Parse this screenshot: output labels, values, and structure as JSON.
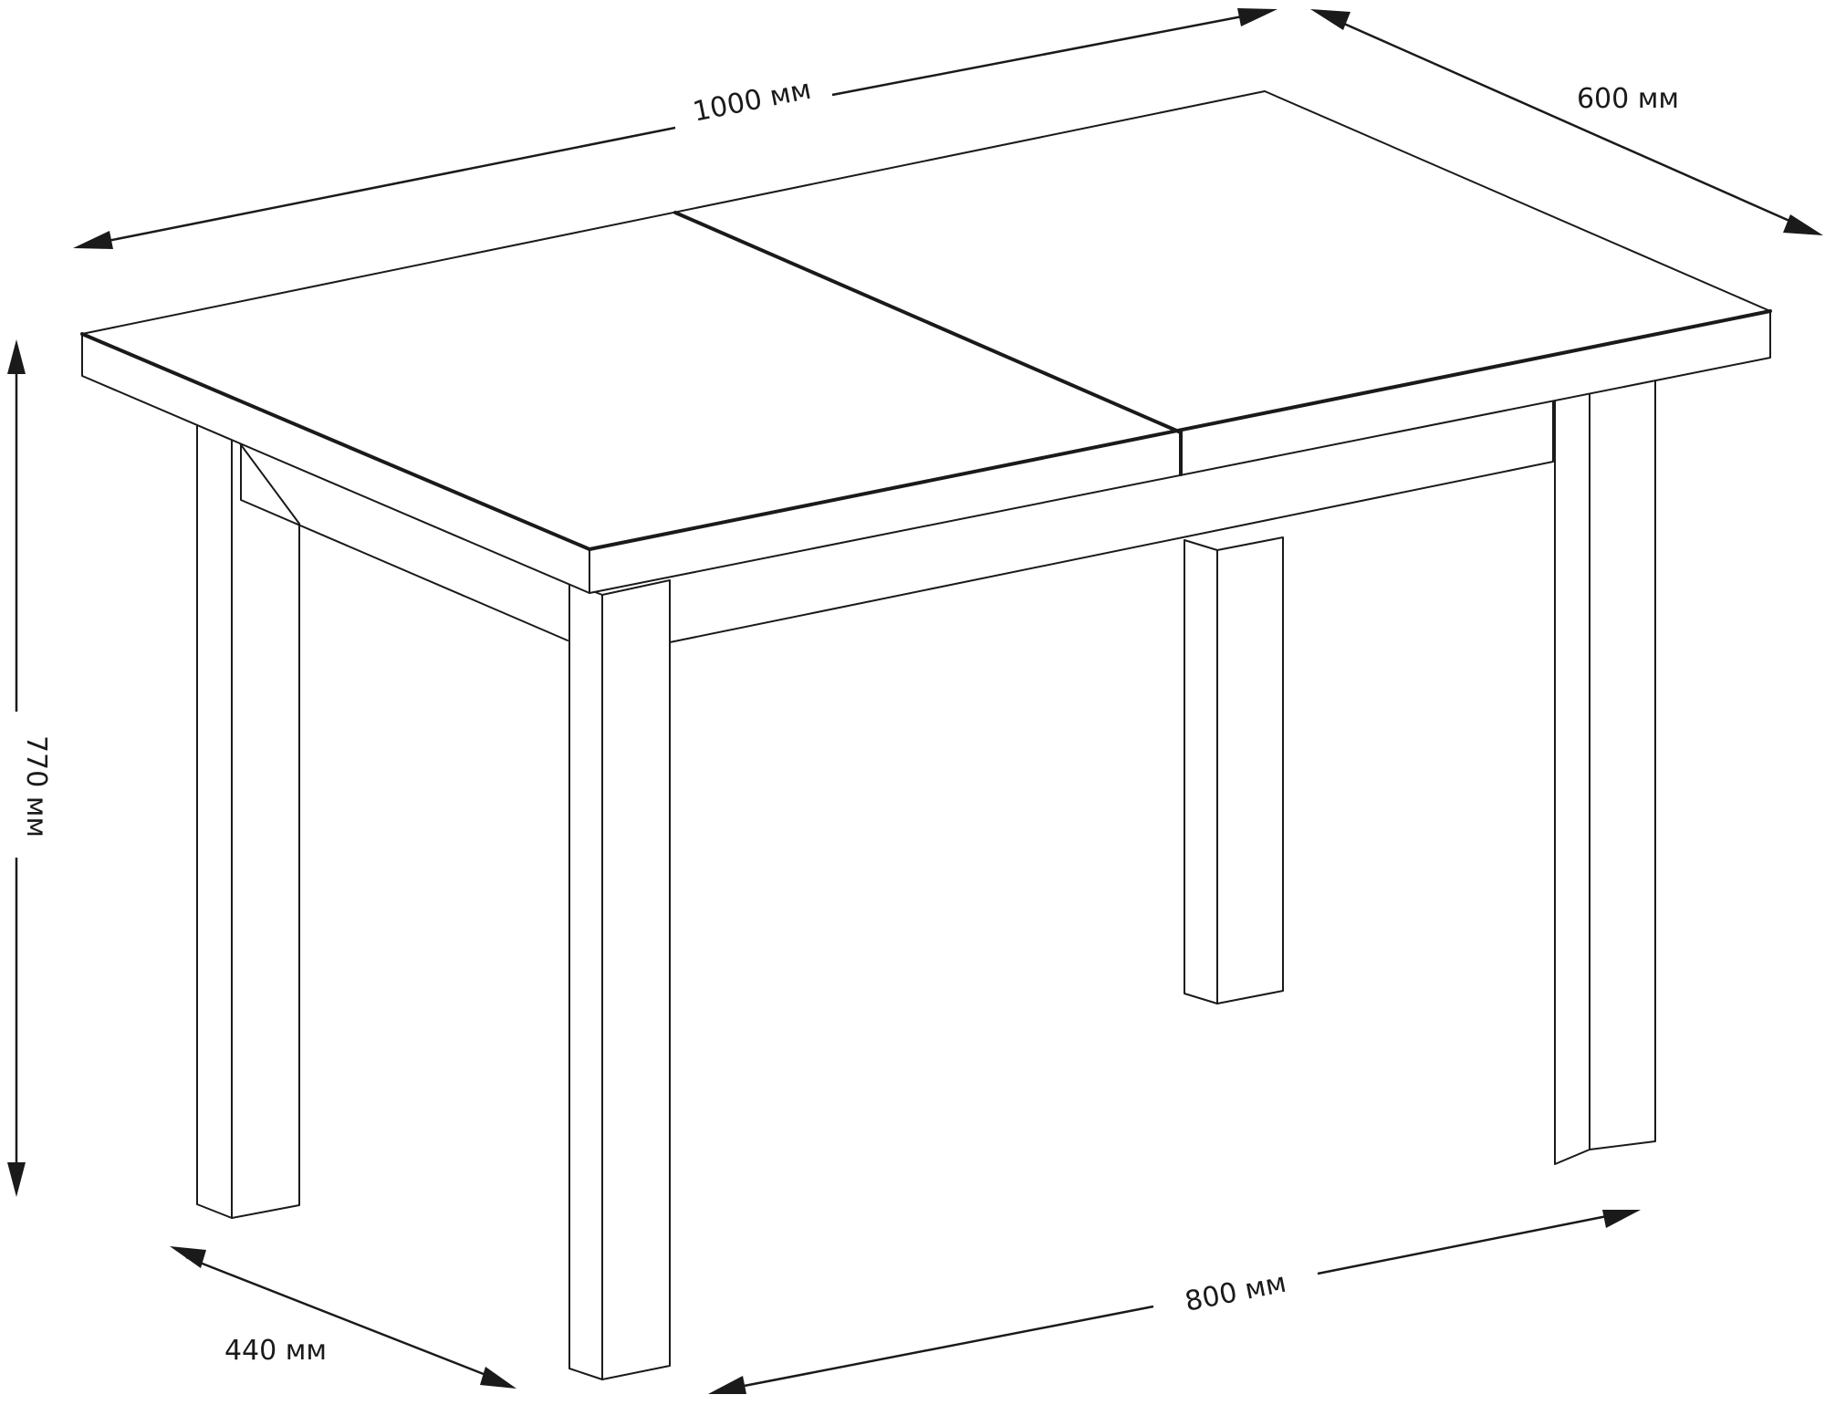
{
  "dimensions": {
    "length": "1000 мм",
    "width": "600 мм",
    "height": "770 мм",
    "folded_length": "800 мм",
    "leg_span": "440 мм"
  },
  "colors": {
    "line": "#1a1a1a",
    "background": "#ffffff"
  }
}
